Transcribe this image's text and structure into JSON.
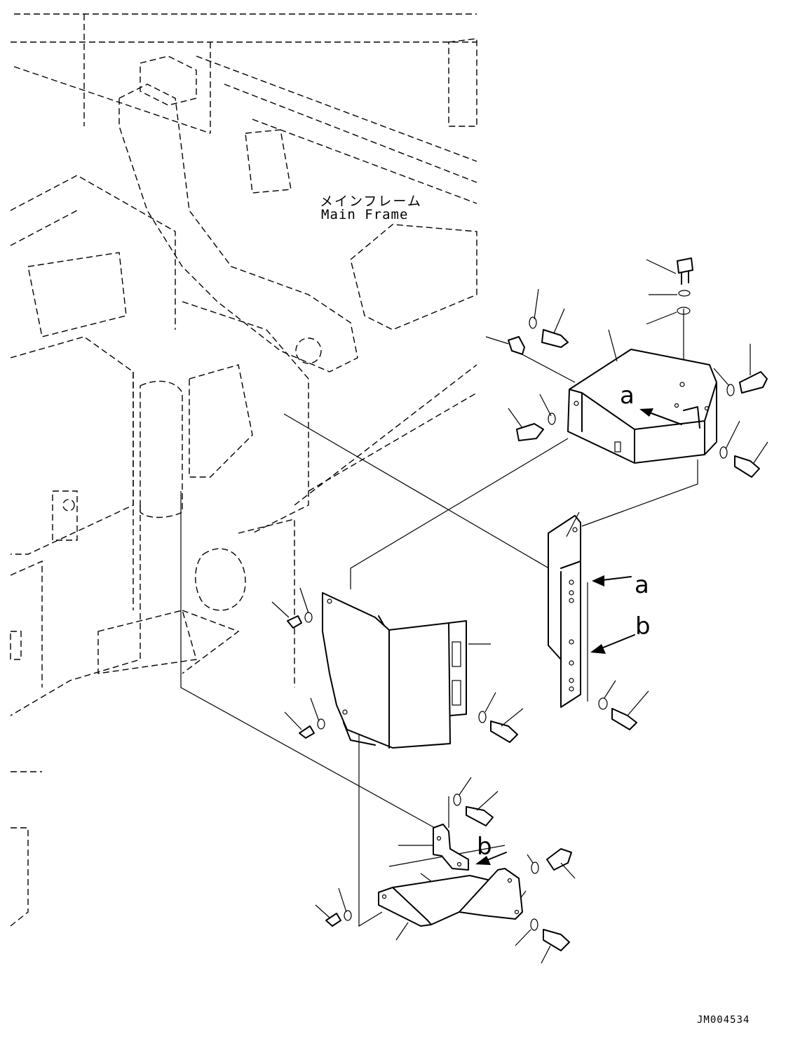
{
  "labels": {
    "main_frame_ja": "メインフレーム",
    "main_frame_en": "Main Frame",
    "ref_a_top": "a",
    "ref_a_side": "a",
    "ref_b_side": "b",
    "ref_b_bottom": "b",
    "drawing_number": "JM004534"
  },
  "colors": {
    "line": "#000000",
    "background": "#ffffff"
  }
}
